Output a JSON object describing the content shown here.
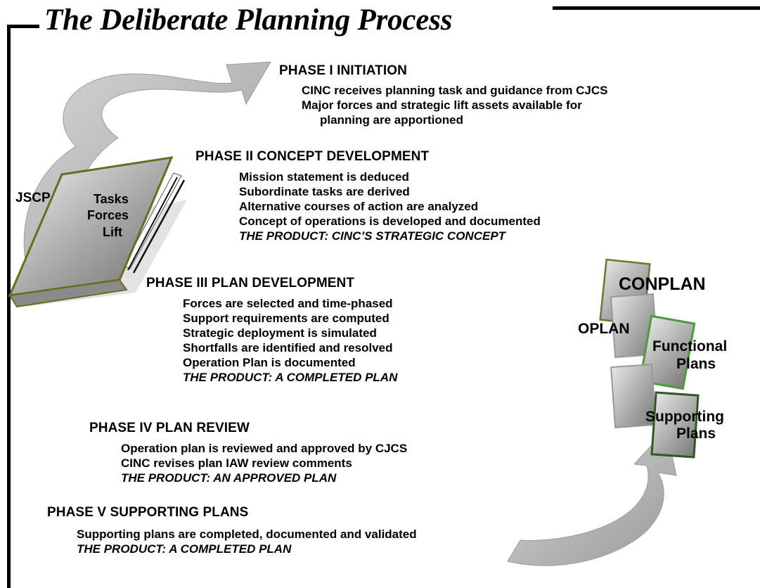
{
  "title": "The Deliberate Planning Process",
  "book": {
    "spine_label": "JSCP",
    "cover_lines": [
      "Tasks",
      "Forces",
      "Lift"
    ]
  },
  "phases": [
    {
      "heading": "PHASE I  INITIATION",
      "lines": [
        "CINC receives planning task and guidance from CJCS",
        "Major forces and strategic lift assets available for",
        "planning are apportioned"
      ]
    },
    {
      "heading": "PHASE II   CONCEPT DEVELOPMENT",
      "lines": [
        "Mission statement is deduced",
        "Subordinate tasks are derived",
        "Alternative courses of action are analyzed",
        "Concept of operations is developed and documented"
      ],
      "product": "THE PRODUCT: CINC’S STRATEGIC CONCEPT"
    },
    {
      "heading": "PHASE III  PLAN DEVELOPMENT",
      "lines": [
        "Forces are selected and time-phased",
        "Support requirements are computed",
        "Strategic deployment is simulated",
        "Shortfalls are identified and resolved",
        "Operation Plan is documented"
      ],
      "product": "THE PRODUCT: A COMPLETED PLAN"
    },
    {
      "heading": "PHASE IV  PLAN REVIEW",
      "lines": [
        "Operation plan is reviewed and approved by CJCS",
        "CINC revises plan IAW review comments"
      ],
      "product": "THE PRODUCT: AN APPROVED PLAN"
    },
    {
      "heading": "PHASE V  SUPPORTING PLANS",
      "lines": [
        "Supporting plans are completed, documented and validated"
      ],
      "product": "THE PRODUCT: A COMPLETED PLAN"
    }
  ],
  "plans": {
    "conplan": "CONPLAN",
    "oplan": "OPLAN",
    "functional": [
      "Functional",
      "Plans"
    ],
    "supporting": [
      "Supporting",
      "Plans"
    ]
  },
  "colors": {
    "arrow_gray": "#b4b4b4",
    "book_edge": "#6b6b1f",
    "functional_edge": "#5a9a3a",
    "supporting_edge": "#2f5a20"
  }
}
